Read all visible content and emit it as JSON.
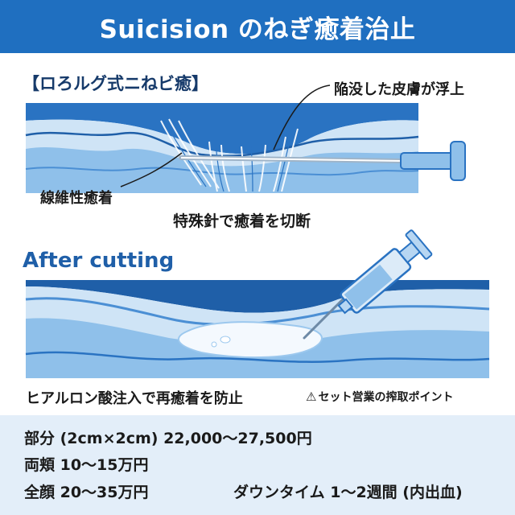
{
  "header": {
    "title": "Suicision のねぎ癒着治止"
  },
  "diagram_top": {
    "title": "【ロろルグ式ニねビ癒】",
    "skin_label": "陥没した皮膚が浮上",
    "fiber_label": "線維性癒着",
    "needle_label": "特殊針で癒着を切断"
  },
  "diagram_bottom": {
    "title": "After cutting",
    "hyaluronic_label": "ヒアルロン酸注入で再癒着を防止",
    "warning_label": "セット営業の搾取ポイント",
    "warning_icon": "warning-triangle-icon"
  },
  "pricing": {
    "part": "部分 (2cm×2cm) 22,000〜27,500円",
    "cheeks": "両頬  10〜15万円",
    "face": "全顔  20〜35万円",
    "downtime": "ダウンタイム  1〜2週間 (内出血)"
  },
  "colors": {
    "header_bg": "#1f6fc0",
    "skin_light": "#cfe4f6",
    "skin_mid": "#8fc0ea",
    "skin_dark": "#2a73c2",
    "bottom_bg": "#e3eef9"
  }
}
